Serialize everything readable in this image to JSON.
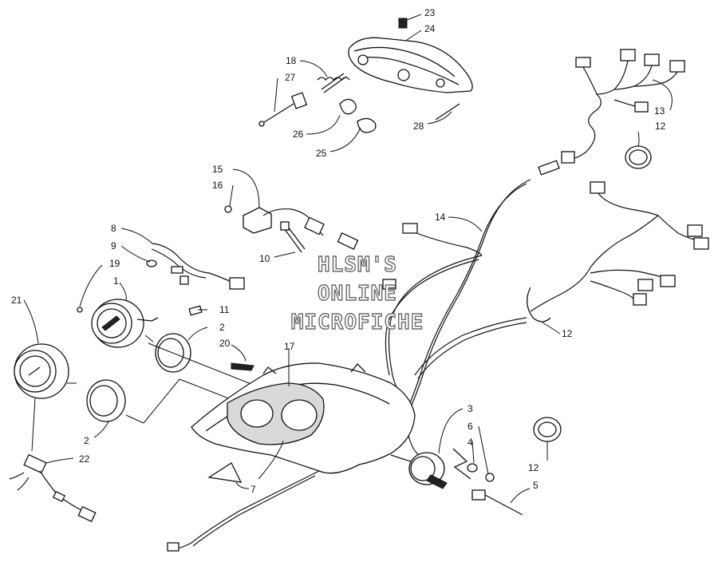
{
  "watermark": {
    "line1": "HLSM'S",
    "line2": "ONLINE",
    "line3": "MICROFICHE"
  },
  "callouts": {
    "c23": "23",
    "c24": "24",
    "c18": "18",
    "c27": "27",
    "c26": "26",
    "c25": "25",
    "c28": "28",
    "c13": "13",
    "c12_top": "12",
    "c15": "15",
    "c16": "16",
    "c14": "14",
    "c10": "10",
    "c8": "8",
    "c9": "9",
    "c19": "19",
    "c1": "1",
    "c11": "11",
    "c2_top": "2",
    "c21": "21",
    "c20": "20",
    "c17": "17",
    "c12_mid": "12",
    "c2_bottom": "2",
    "c22": "22",
    "c7": "7",
    "c3": "3",
    "c6": "6",
    "c4": "4",
    "c12_bottom": "12",
    "c5": "5"
  }
}
